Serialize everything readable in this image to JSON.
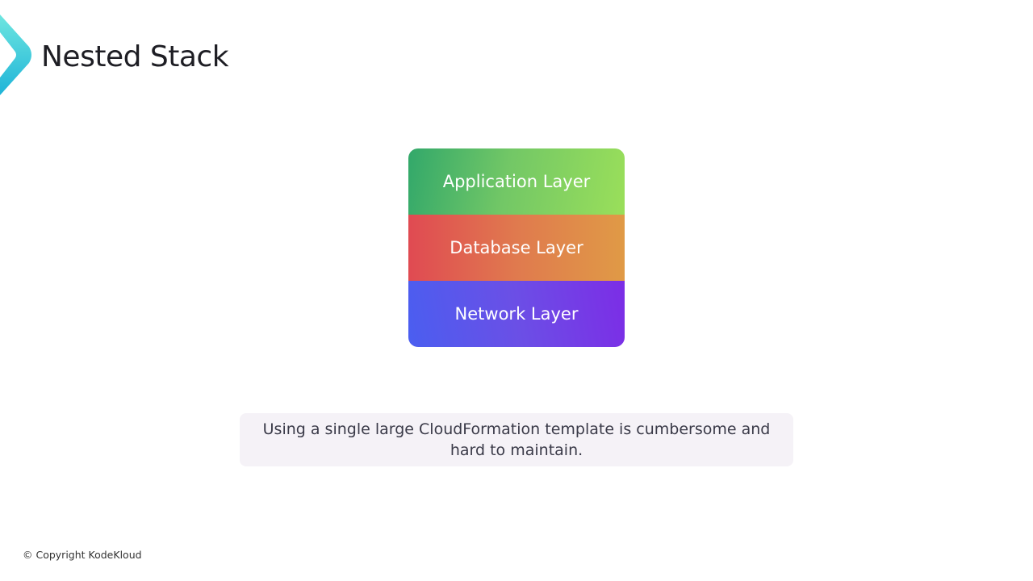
{
  "slide": {
    "title": "Nested Stack"
  },
  "stack": {
    "layers": [
      {
        "label": "Application Layer",
        "color": "#72c766"
      },
      {
        "label": "Database Layer",
        "color": "#e07a4e"
      },
      {
        "label": "Network Layer",
        "color": "#6b4fe6"
      }
    ]
  },
  "note": {
    "text": "Using a single large CloudFormation template is cumbersome and hard to maintain."
  },
  "footer": {
    "copyright": "© Copyright KodeKloud"
  }
}
